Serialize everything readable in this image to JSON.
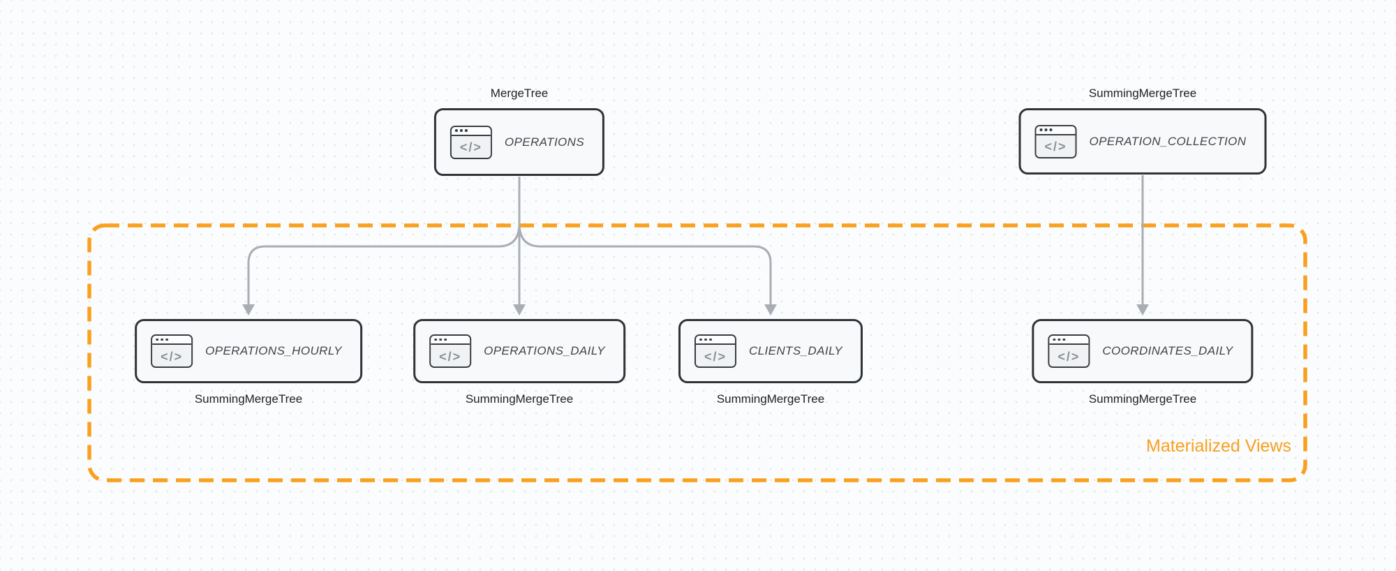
{
  "diagram": {
    "nodes": [
      {
        "id": "operations",
        "label": "OPERATIONS",
        "engine": "MergeTree",
        "engine_position": "top"
      },
      {
        "id": "operation_collection",
        "label": "OPERATION_COLLECTION",
        "engine": "SummingMergeTree",
        "engine_position": "top"
      },
      {
        "id": "operations_hourly",
        "label": "OPERATIONS_HOURLY",
        "engine": "SummingMergeTree",
        "engine_position": "bottom"
      },
      {
        "id": "operations_daily",
        "label": "OPERATIONS_DAILY",
        "engine": "SummingMergeTree",
        "engine_position": "bottom"
      },
      {
        "id": "clients_daily",
        "label": "CLIENTS_DAILY",
        "engine": "SummingMergeTree",
        "engine_position": "bottom"
      },
      {
        "id": "coordinates_daily",
        "label": "COORDINATES_DAILY",
        "engine": "SummingMergeTree",
        "engine_position": "bottom"
      }
    ],
    "edges": [
      {
        "from": "OPERATIONS",
        "to": "OPERATIONS_HOURLY"
      },
      {
        "from": "OPERATIONS",
        "to": "OPERATIONS_DAILY"
      },
      {
        "from": "OPERATIONS",
        "to": "CLIENTS_DAILY"
      },
      {
        "from": "OPERATION_COLLECTION",
        "to": "COORDINATES_DAILY"
      }
    ],
    "group": {
      "label": "Materialized Views"
    },
    "icon": {
      "name": "code-window-icon",
      "glyph": "</>"
    },
    "colors": {
      "accent": "#F9A01F",
      "edge": "#A9AEB4",
      "node_border": "#2F3438",
      "node_fill": "#F8F9FA",
      "node_text": "#3F444A",
      "text": "#1D2023"
    }
  }
}
